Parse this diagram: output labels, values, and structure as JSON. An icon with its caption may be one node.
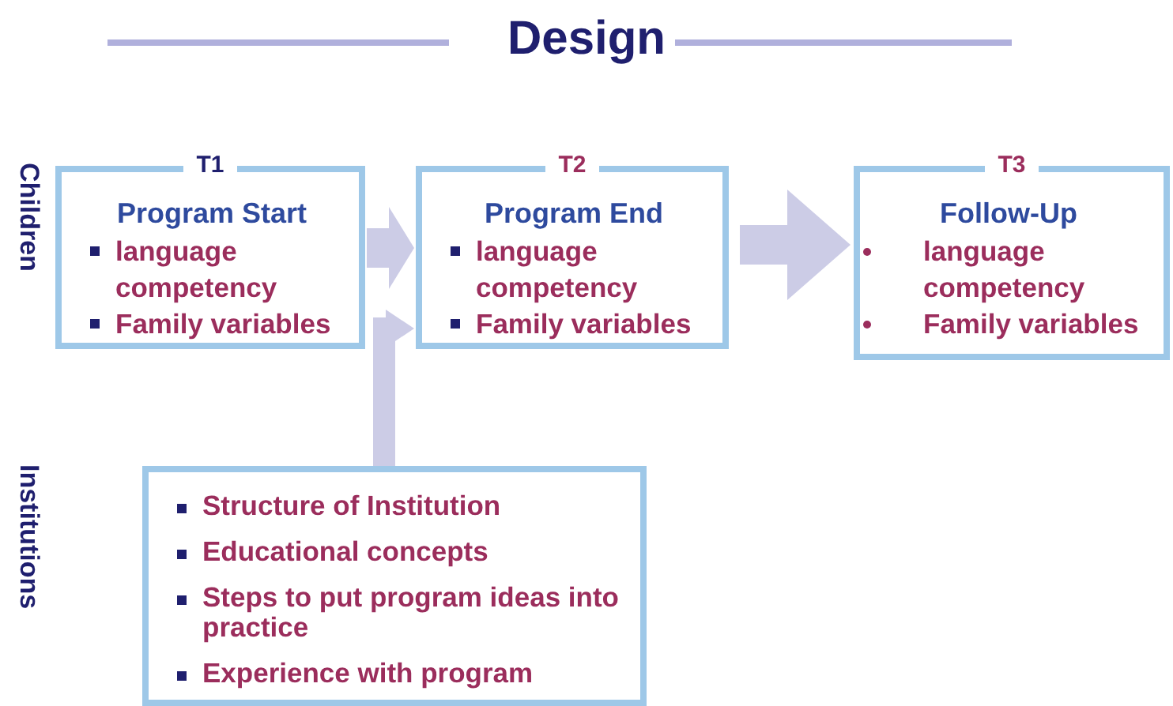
{
  "diagram": {
    "title": "Design",
    "nodes": [
      {
        "text": [
          "T1",
          "Program Start",
          "language competency",
          "Family variables"
        ]
      },
      {
        "text": [
          "T2",
          "Program End",
          "language competency",
          "Family variables"
        ]
      },
      {
        "text": [
          "T3",
          "Follow-Up",
          "language competency",
          "Family variables"
        ]
      },
      {
        "text": [
          "Structure of Institution",
          "Educational concepts",
          "Steps to put program ideas into practice",
          "Experience with program"
        ]
      }
    ],
    "edges": [
      {
        "from": 0,
        "to": 1,
        "arrow": "to"
      },
      {
        "from": 1,
        "to": 2,
        "arrow": "to"
      },
      {
        "from": 3,
        "to": 1,
        "arrow": "to"
      }
    ],
    "labels": [
      "Children",
      "Institutions"
    ]
  }
}
